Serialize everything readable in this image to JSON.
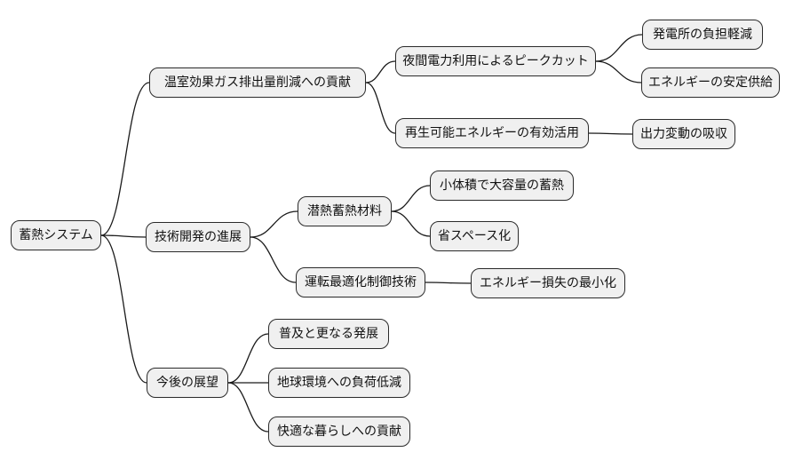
{
  "diagram": {
    "type": "mindmap",
    "topic": "蓄熱システム",
    "colors": {
      "node_fill": "#f0f0f0",
      "node_border": "#2b2b2b",
      "edge_stroke": "#1a1a1a",
      "background": "#ffffff",
      "text": "#111111"
    },
    "nodes": {
      "root": {
        "label": "蓄熱システム",
        "level": 0
      },
      "ghg": {
        "label": "温室効果ガス排出量削減への貢献",
        "level": 1
      },
      "tech": {
        "label": "技術開発の進展",
        "level": 1
      },
      "future": {
        "label": "今後の展望",
        "level": 1
      },
      "peakcut": {
        "label": "夜間電力利用によるピークカット",
        "level": 2
      },
      "renewable": {
        "label": "再生可能エネルギーの有効活用",
        "level": 2
      },
      "plant_burden": {
        "label": "発電所の負担軽減",
        "level": 3
      },
      "stable_supply": {
        "label": "エネルギーの安定供給",
        "level": 3
      },
      "output_absorb": {
        "label": "出力変動の吸収",
        "level": 3
      },
      "latent_material": {
        "label": "潜熱蓄熱材料",
        "level": 2
      },
      "control_tech": {
        "label": "運転最適化制御技術",
        "level": 2
      },
      "compact_storage": {
        "label": "小体積で大容量の蓄熱",
        "level": 3
      },
      "space_saving": {
        "label": "省スペース化",
        "level": 3
      },
      "loss_min": {
        "label": "エネルギー損失の最小化",
        "level": 3
      },
      "spread": {
        "label": "普及と更なる発展",
        "level": 2
      },
      "env_load": {
        "label": "地球環境への負荷低減",
        "level": 2
      },
      "comfort": {
        "label": "快適な暮らしへの貢献",
        "level": 2
      }
    },
    "edges": [
      [
        "root",
        "ghg"
      ],
      [
        "root",
        "tech"
      ],
      [
        "root",
        "future"
      ],
      [
        "ghg",
        "peakcut"
      ],
      [
        "ghg",
        "renewable"
      ],
      [
        "peakcut",
        "plant_burden"
      ],
      [
        "peakcut",
        "stable_supply"
      ],
      [
        "renewable",
        "output_absorb"
      ],
      [
        "tech",
        "latent_material"
      ],
      [
        "tech",
        "control_tech"
      ],
      [
        "latent_material",
        "compact_storage"
      ],
      [
        "latent_material",
        "space_saving"
      ],
      [
        "control_tech",
        "loss_min"
      ],
      [
        "future",
        "spread"
      ],
      [
        "future",
        "env_load"
      ],
      [
        "future",
        "comfort"
      ]
    ]
  }
}
